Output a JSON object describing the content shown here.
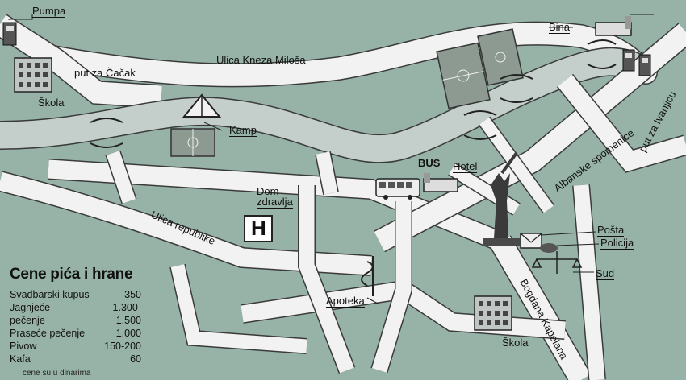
{
  "map": {
    "labels": {
      "pumpa": "Pumpa",
      "skola1": "Škola",
      "put_cacak": "put za Čačak",
      "kneza_milosa": "Ulica Kneza Miloša",
      "kamp": "Kamp",
      "bina": "Bina",
      "dom_zdravlja_1": "Dom",
      "dom_zdravlja_2": "zdravlja",
      "bus": "BUS",
      "hotel": "Hotel",
      "albanske": "Albanske spomenice",
      "put_ivanjica": "put za Ivanjicu",
      "ulica_republike": "Ulica republike",
      "posta": "Pošta",
      "policija": "Policija",
      "sud": "Sud",
      "apoteka": "Apoteka",
      "bogdana": "Bogdana Kapelana",
      "skola2": "Škola",
      "hospital_h": "H"
    },
    "colors": {
      "background": "#97b3a8",
      "road": "#f2f2f2",
      "road_outline": "#3a3a3a",
      "field": "#8c9a92"
    }
  },
  "prices": {
    "title": "Cene pića i hrane",
    "items": [
      {
        "name": "Svadbarski kupus",
        "price": "350"
      },
      {
        "name": "Jagnjeće pečenje",
        "price": "1.300-1.500"
      },
      {
        "name": "Praseće pečenje",
        "price": "1.000"
      },
      {
        "name": "Pivow",
        "price": "150-200"
      },
      {
        "name": "Kafa",
        "price": "60"
      }
    ],
    "note": "cene su u dinarima"
  }
}
